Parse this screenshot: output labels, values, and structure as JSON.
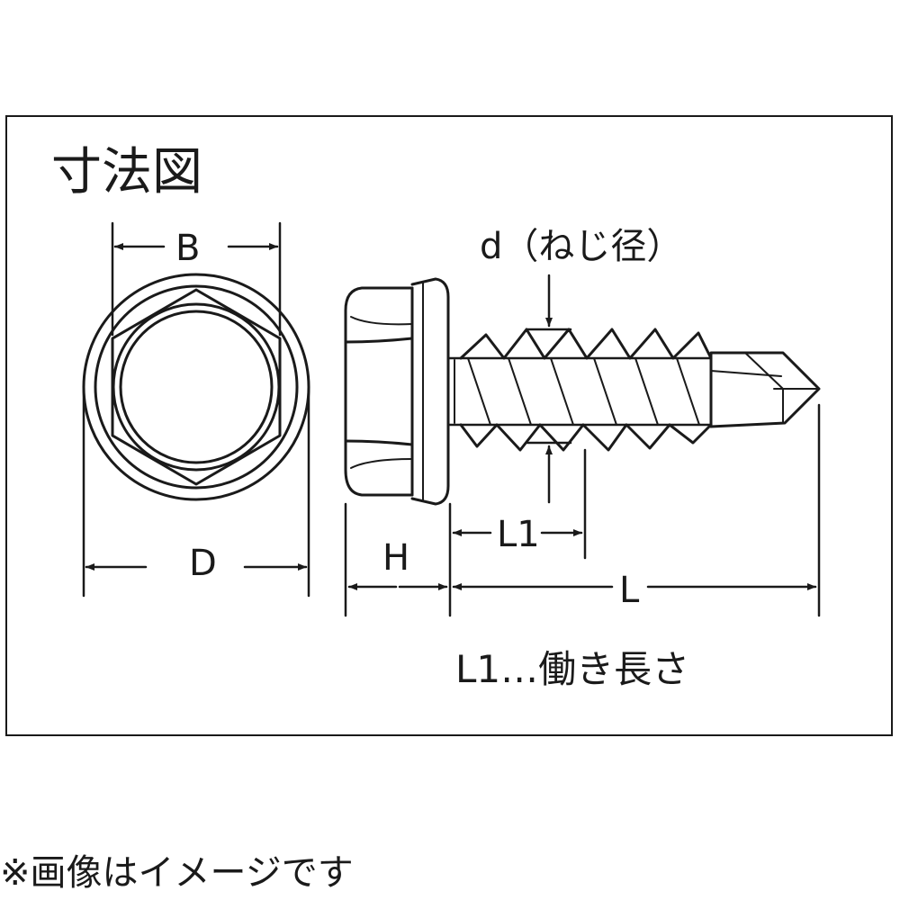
{
  "title": "寸法図",
  "labels": {
    "b": "B",
    "d_outer": "D",
    "h": "H",
    "l1": "L1",
    "l": "L",
    "thread_diameter": "d（ねじ径）",
    "note": "L1…働き長さ"
  },
  "footnote": "※画像はイメージです",
  "colors": {
    "line": "#1a1a1a",
    "background": "#ffffff"
  }
}
